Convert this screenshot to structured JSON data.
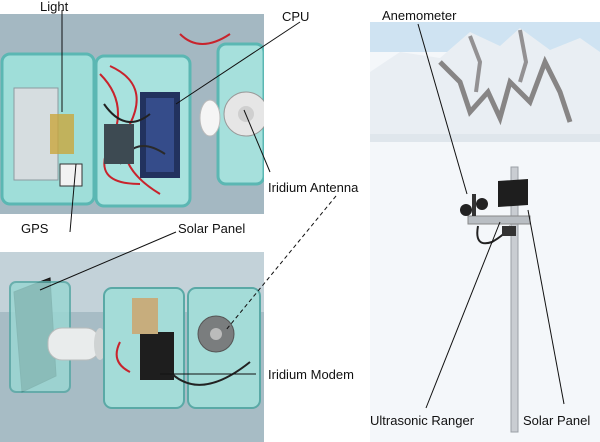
{
  "labels": {
    "light": "Light",
    "cpu": "CPU",
    "gps": "GPS",
    "iridium_antenna": "Iridium Antenna",
    "solar_panel_left": "Solar Panel",
    "iridium_modem": "Iridium Modem",
    "anemometer": "Anemometer",
    "ultrasonic_ranger": "Ultrasonic Ranger",
    "solar_panel_right": "Solar Panel"
  },
  "colors": {
    "box_teal": "#8fd3d0",
    "sky": "#cfe3f2",
    "snow": "#f4f7fa",
    "mountain_rock": "#6e6a69",
    "pole": "#c9cdd2",
    "wire_red": "#c8232c"
  }
}
